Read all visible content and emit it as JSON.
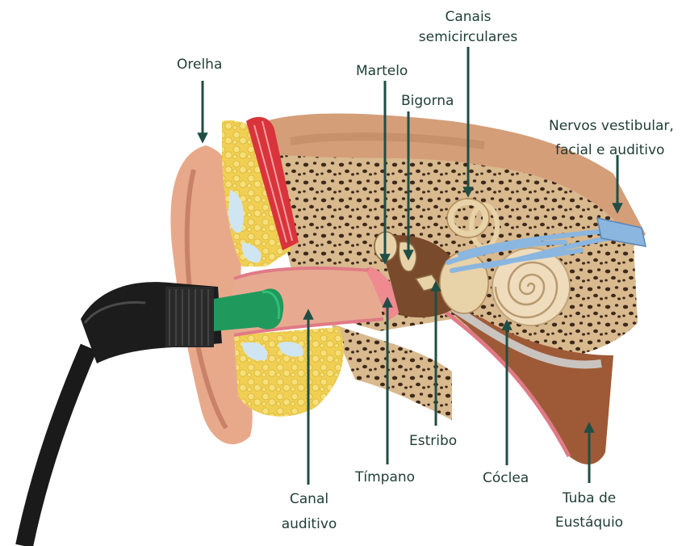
{
  "colors": {
    "label_text": "#1f3d36",
    "arrow": "#1f4e45",
    "skin": "#e7a98c",
    "bone": "#d6b58c",
    "fat": "#f1d35a",
    "earplug": "#1f9a5c",
    "probe": "#1c1c1c",
    "nerve": "#8ab6e0",
    "membrane": "#e07a86"
  },
  "labels": {
    "orelha": "Orelha",
    "martelo": "Martelo",
    "bigorna": "Bigorna",
    "canais_l1": "Canais",
    "canais_l2": "semicirculares",
    "nervos_l1": "Nervos vestibular,",
    "nervos_l2": "facial e auditivo",
    "estribo": "Estribo",
    "timpano": "Tímpano",
    "coclea": "Cóclea",
    "canal_l1": "Canal",
    "canal_l2": "auditivo",
    "tuba_l1": "Tuba de",
    "tuba_l2": "Eustáquio"
  }
}
